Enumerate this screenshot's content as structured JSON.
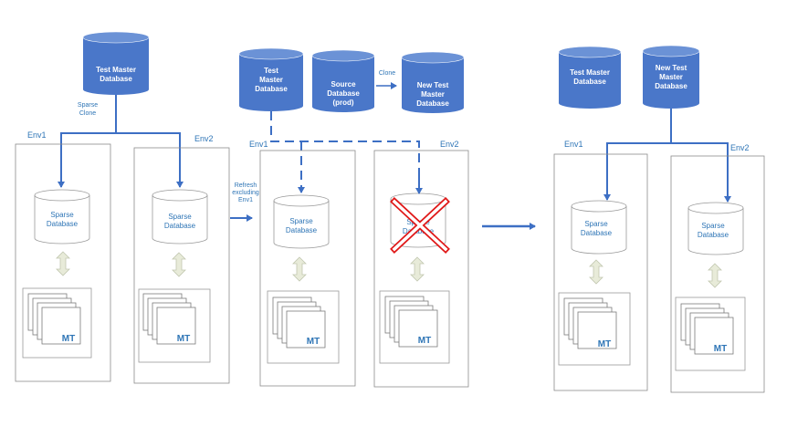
{
  "colors": {
    "accent": "#3d6fc4",
    "db_fill": "#4a77c9",
    "cross": "#e01818",
    "env_border": "#8c8c8c",
    "updown_fill": "#e8ebd9"
  },
  "panel1": {
    "db_lines": [
      "Test Master",
      "Database"
    ],
    "clone_label": [
      "Sparse",
      "Clone"
    ],
    "envs": [
      {
        "label": "Env1",
        "db_lines": [
          "Sparse",
          "Database"
        ],
        "mt": "MT"
      },
      {
        "label": "Env2",
        "db_lines": [
          "Sparse",
          "Database"
        ],
        "mt": "MT"
      }
    ]
  },
  "arrow1_label": [
    "Refresh",
    "excluding",
    "Env1"
  ],
  "panel2": {
    "test_master_lines": [
      "Test",
      "Master",
      "Database"
    ],
    "source_lines": [
      "Source",
      "Database",
      "(prod)"
    ],
    "clone_label": "Clone",
    "new_master_lines": [
      "New Test",
      "Master",
      "Database"
    ],
    "envs": [
      {
        "label": "Env1",
        "db_lines": [
          "Sparse",
          "Database"
        ],
        "mt": "MT"
      },
      {
        "label": "Env2",
        "db_lines": [
          "Sparse",
          "Database"
        ],
        "mt": "MT"
      }
    ]
  },
  "panel3": {
    "test_master_lines": [
      "Test Master",
      "Database"
    ],
    "new_master_lines": [
      "New Test",
      "Master",
      "Database"
    ],
    "envs": [
      {
        "label": "Env1",
        "db_lines": [
          "Sparse",
          "Database"
        ],
        "mt": "MT"
      },
      {
        "label": "Env2",
        "db_lines": [
          "Sparse",
          "Database"
        ],
        "mt": "MT"
      }
    ]
  }
}
